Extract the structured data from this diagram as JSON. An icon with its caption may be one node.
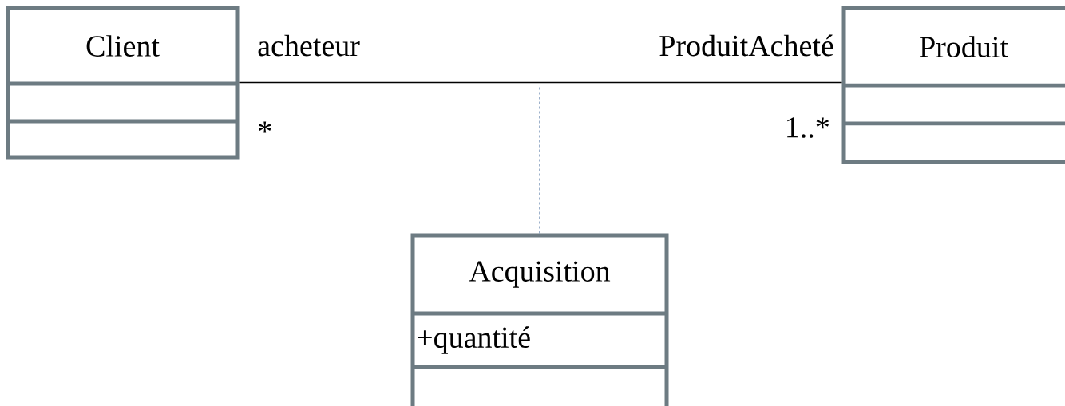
{
  "diagram": {
    "nodes": [
      {
        "text": [
          "Client"
        ]
      },
      {
        "text": [
          "Produit"
        ]
      },
      {
        "text": [
          "Acquisition",
          "+quantité"
        ]
      }
    ],
    "edges": [
      {
        "from": 0,
        "to": 1,
        "arrow": "none"
      },
      {
        "from": 2,
        "to": null,
        "arrow": "none",
        "style": "dashed",
        "color": "#5b7ca8"
      }
    ],
    "labels": [
      "acheteur",
      "ProduitAcheté",
      "*",
      "1..*"
    ]
  }
}
